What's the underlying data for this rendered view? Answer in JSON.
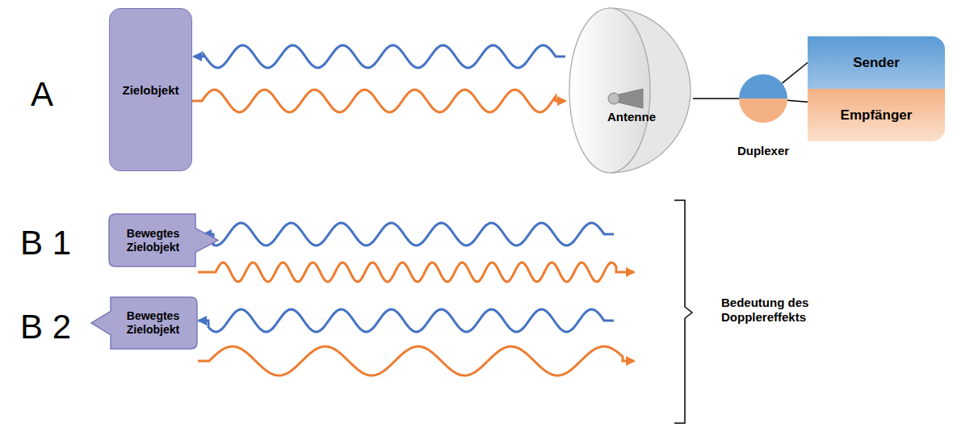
{
  "diagram": {
    "nodes": [
      {
        "text": [
          "Zielobjekt"
        ]
      },
      {
        "text": [
          "Antenne"
        ]
      },
      {
        "text": [
          "Duplexer"
        ]
      },
      {
        "text": [
          "Sender"
        ]
      },
      {
        "text": [
          "Empfänger"
        ]
      },
      {
        "text": [
          "Bewegtes Zielobjekt"
        ]
      },
      {
        "text": [
          "Bewegtes Zielobjekt"
        ]
      }
    ],
    "edges": [
      {
        "from": 1,
        "to": 0,
        "arrow": "to"
      },
      {
        "from": 0,
        "to": 1,
        "arrow": "to"
      },
      {
        "from": 1,
        "to": 2,
        "arrow": "none"
      },
      {
        "from": 2,
        "to": 3,
        "arrow": "none"
      },
      {
        "from": 2,
        "to": 4,
        "arrow": "none"
      }
    ],
    "labels": [
      "A",
      "B 1",
      "Bedeutung des Dopplereffekts",
      "B 2"
    ]
  }
}
